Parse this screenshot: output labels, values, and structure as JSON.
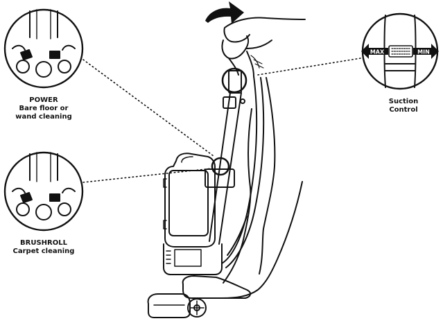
{
  "callouts": {
    "power": {
      "title": "POWER",
      "line1": "Bare floor or",
      "line2": "wand cleaning"
    },
    "brushroll": {
      "title": "BRUSHROLL",
      "line1": "Carpet cleaning"
    },
    "suction": {
      "title": "Suction",
      "line1": "Control"
    }
  },
  "suction_slider": {
    "max_label": "MAX",
    "min_label": "MIN"
  },
  "icons": [
    "tilt-arrow-icon",
    "hand-icon",
    "leg-icon",
    "shoe-icon"
  ],
  "colors": {
    "line": "#111111",
    "background": "#ffffff"
  }
}
